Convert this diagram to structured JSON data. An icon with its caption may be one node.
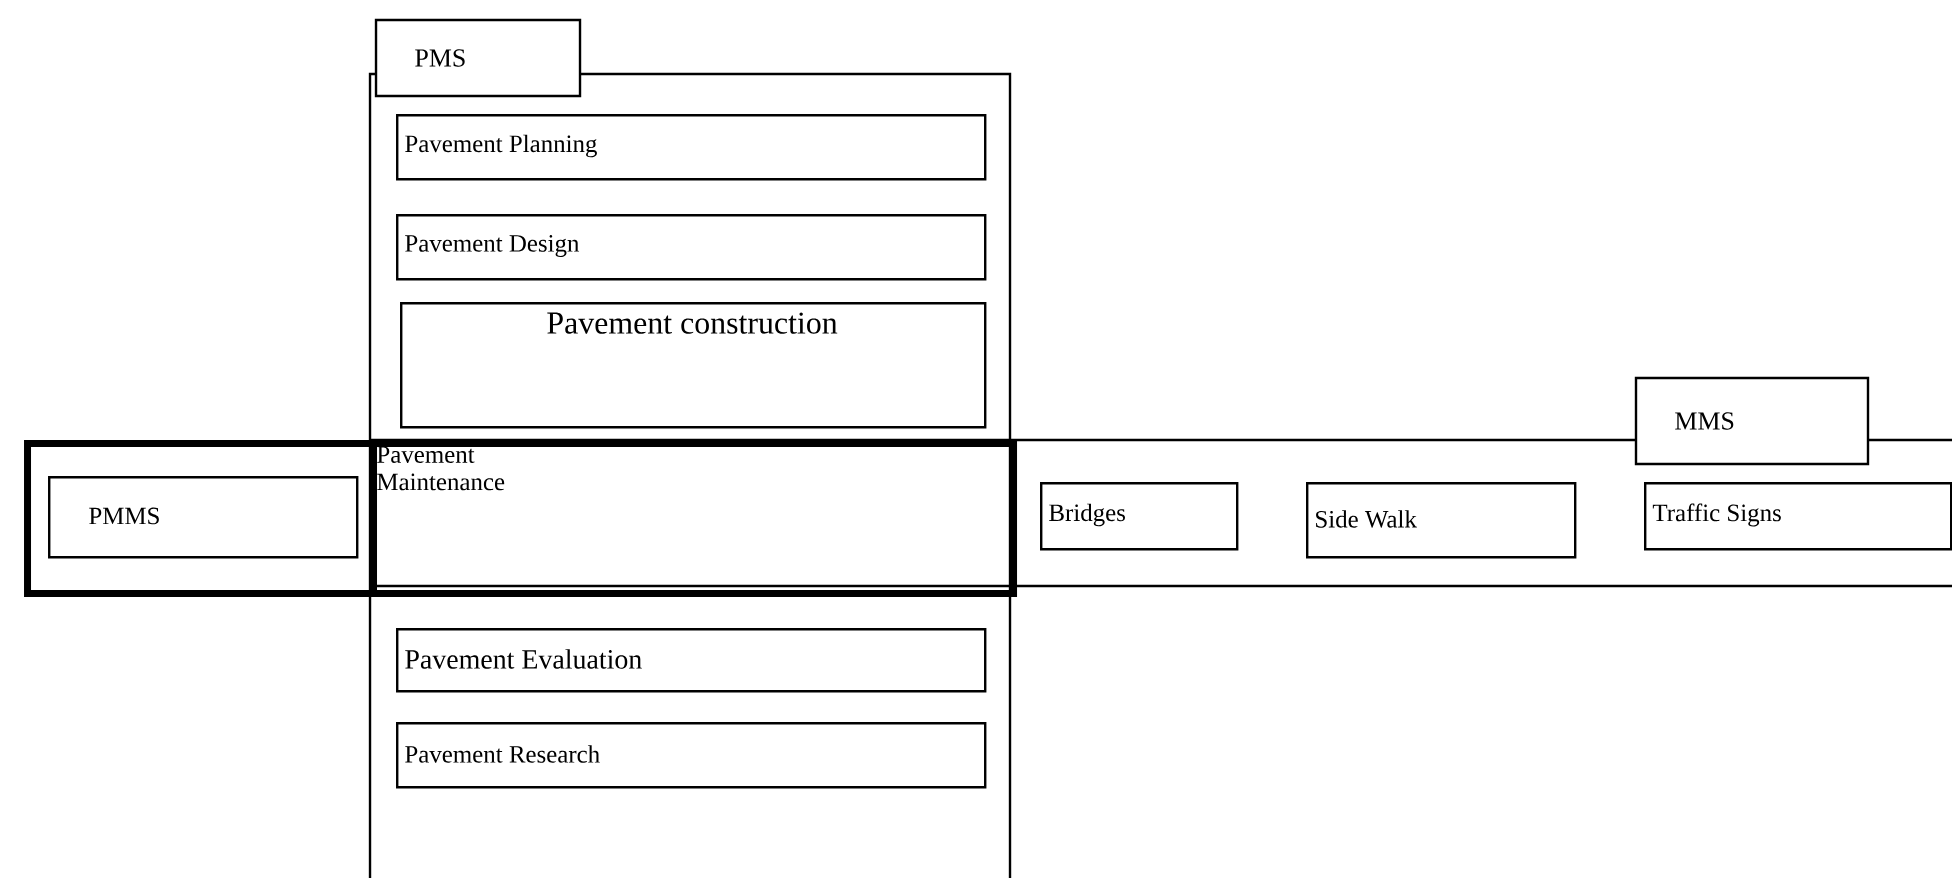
{
  "diagram": {
    "nodes": [
      {
        "text": [
          "PMS"
        ]
      },
      {
        "text": [
          "Pavement Planning"
        ],
        "in": 0
      },
      {
        "text": [
          "Pavement Design"
        ],
        "in": 0
      },
      {
        "text": [
          "Pavement construction"
        ],
        "in": 0
      },
      {
        "text": [],
        "shape": "box"
      },
      {
        "text": [
          "PMMS"
        ],
        "in": 4
      },
      {
        "text": [
          "Pavement Maintenance"
        ]
      },
      {
        "text": [
          "MMS"
        ]
      },
      {
        "text": [
          "Bridges"
        ],
        "in": 7
      },
      {
        "text": [
          "Side Walk"
        ],
        "in": 7
      },
      {
        "text": [
          "Traffic Signs"
        ],
        "in": 7
      },
      {
        "text": [
          "Pavement Evaluation"
        ],
        "in": 0
      },
      {
        "text": [
          "Pavement Research"
        ],
        "in": 0
      }
    ]
  }
}
